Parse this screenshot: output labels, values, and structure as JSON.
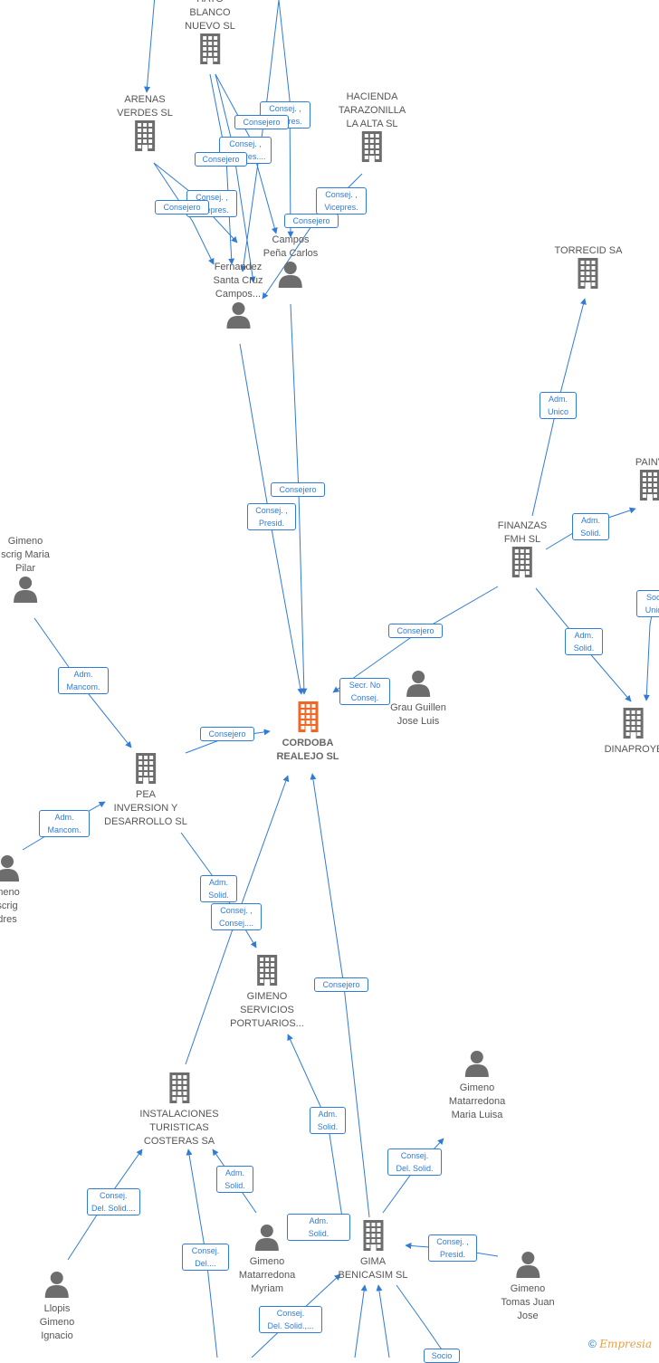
{
  "colors": {
    "edge": "#2f7bd6",
    "node_icon": "#6d6d6d",
    "main_icon": "#f26522",
    "label_text": "#555555"
  },
  "nodes": [
    {
      "id": "hato",
      "type": "company",
      "label": "HATO\nBLANCO\nNUEVO SL"
    },
    {
      "id": "arenas",
      "type": "company",
      "label": "ARENAS\nVERDES SL"
    },
    {
      "id": "hacienda",
      "type": "company",
      "label": "HACIENDA\nTARAZONILLA\nLA ALTA SL"
    },
    {
      "id": "torrecid",
      "type": "company",
      "label": "TORRECID SA"
    },
    {
      "id": "campos",
      "type": "person",
      "label": "Campos\nPeña Carlos"
    },
    {
      "id": "fernandez",
      "type": "person",
      "label": "Fernandez\nSanta Cruz\nCampos..."
    },
    {
      "id": "painv",
      "type": "company",
      "label": "PAINV"
    },
    {
      "id": "finanzas",
      "type": "company",
      "label": "FINANZAS\nFMH SL"
    },
    {
      "id": "gimeno_pilar",
      "type": "person",
      "label": "Gimeno\nscrig Maria\nPilar"
    },
    {
      "id": "grau",
      "type": "person",
      "label": "Grau Guillen\nJose Luis"
    },
    {
      "id": "cordoba",
      "type": "main",
      "label": "CORDOBA\nREALEJO SL"
    },
    {
      "id": "dinaproyec",
      "type": "company",
      "label": "DINAPROYE"
    },
    {
      "id": "pea",
      "type": "company",
      "label": "PEA\nINVERSION Y\nDESARROLLO SL"
    },
    {
      "id": "gimeno_andres",
      "type": "person",
      "label": "meno\nscrig\ndres"
    },
    {
      "id": "gimeno_servicios",
      "type": "company",
      "label": "GIMENO\nSERVICIOS\nPORTUARIOS..."
    },
    {
      "id": "gimeno_luisa",
      "type": "person",
      "label": "Gimeno\nMatarredona\nMaria Luisa"
    },
    {
      "id": "instalaciones",
      "type": "company",
      "label": "INSTALACIONES\nTURISTICAS\nCOSTERAS SA"
    },
    {
      "id": "gimeno_myriam",
      "type": "person",
      "label": "Gimeno\nMatarredona\nMyriam"
    },
    {
      "id": "gima",
      "type": "company",
      "label": "GIMA\nBENICASIM SL"
    },
    {
      "id": "gimeno_tomas",
      "type": "person",
      "label": "Gimeno\nTomas Juan\nJose"
    },
    {
      "id": "llopis",
      "type": "person",
      "label": "Llopis\nGimeno\nIgnacio"
    }
  ],
  "edge_labels": [
    "Consej. ,\nVicepres.",
    "Consejero",
    "Consej. ,\nVicepres....",
    "Consejero",
    "Consej. ,\nVicepres.",
    "Consejero",
    "Consej. ,\nVicepres.",
    "Consejero",
    "Adm.\nUnico",
    "Consejero",
    "Consej. ,\nPresid.",
    "Adm.\nSolid.",
    "Soc.\nUnic.",
    "Consejero",
    "Adm.\nSolid.",
    "Adm.\nMancom.",
    "Secr. No\nConsej.",
    "Consejero",
    "Adm.\nMancom.",
    "Adm.\nSolid.",
    "Consej. ,\nConsej....",
    "Consejero",
    "Adm.\nSolid.",
    "Consej.\nDel. Solid.",
    "Adm.\nSolid.",
    "Consej.\nDel. Solid....",
    "Adm.\nSolid.",
    "Consej. ,\nPresid.",
    "Consej.\nDel....",
    "Consej.\nDel. Solid.,...",
    "Socio"
  ],
  "footer": {
    "copyright": "©",
    "brand": "Empresia"
  }
}
